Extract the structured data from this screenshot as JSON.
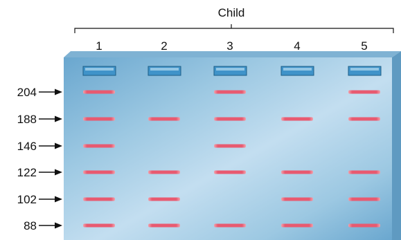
{
  "header": {
    "title": "Child"
  },
  "lanes": [
    "1",
    "2",
    "3",
    "4",
    "5"
  ],
  "fragment_sizes": [
    "204",
    "188",
    "146",
    "122",
    "102",
    "88"
  ],
  "bands": {
    "1": [
      "204",
      "188",
      "146",
      "122",
      "102",
      "88"
    ],
    "2": [
      "188",
      "122",
      "102",
      "88"
    ],
    "3": [
      "204",
      "188",
      "146",
      "122",
      "88"
    ],
    "4": [
      "188",
      "122",
      "102",
      "88"
    ],
    "5": [
      "204",
      "188",
      "122",
      "102",
      "88"
    ]
  },
  "colors": {
    "gel_light": "#bcd9ea",
    "gel_mid": "#8fbfdc",
    "gel_dark": "#6aa7cf",
    "gel_edge_top": "#7fb2d3",
    "gel_edge_right": "#5f9ac1",
    "well_fill": "#3f93c9",
    "well_border": "#1d5e86",
    "band": "#e85a70",
    "band_glow": "#f2a1ad",
    "text": "#111111"
  }
}
